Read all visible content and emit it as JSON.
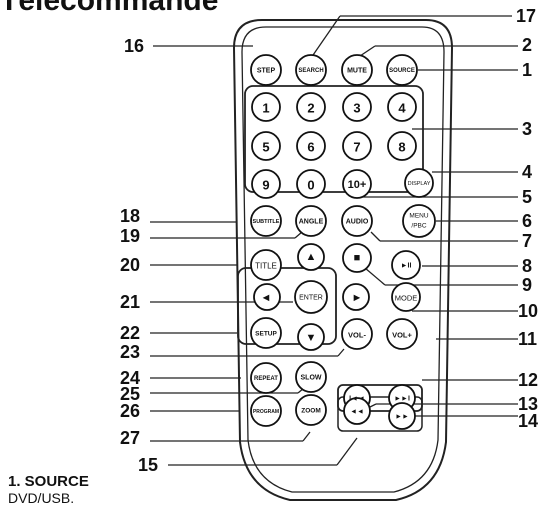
{
  "header": {
    "title": "Télécommande"
  },
  "caption": {
    "heading": "1. SOURCE",
    "text": "DVD/USB."
  },
  "buttons": {
    "step": "STEP",
    "search": "SEARCH",
    "mute": "MUTE",
    "source": "SOURCE",
    "n1": "1",
    "n2": "2",
    "n3": "3",
    "n4": "4",
    "n5": "5",
    "n6": "6",
    "n7": "7",
    "n8": "8",
    "n9": "9",
    "n0": "0",
    "n10plus": "10+",
    "display": "DISPLAY",
    "subtitle": "SUBTITLE",
    "angle": "ANGLE",
    "audio": "AUDIO",
    "menu_line1": "MENU",
    "menu_line2": "/PBC",
    "title": "TITLE",
    "stop": "■",
    "up": "▲",
    "play_pause": "►II",
    "left": "◄",
    "enter": "ENTER",
    "right": "►",
    "mode": "MODE",
    "setup": "SETUP",
    "down": "▼",
    "vol_minus": "VOL-",
    "vol_plus": "VOL+",
    "repeat": "REPEAT",
    "slow": "SLOW",
    "prev": "I◄◄",
    "next": "►►I",
    "program": "PROGRAM",
    "zoom": "ZOOM",
    "rewind": "◄◄",
    "forward": "►►"
  },
  "callouts": {
    "c1": "1",
    "c2": "2",
    "c3": "3",
    "c4": "4",
    "c5": "5",
    "c6": "6",
    "c7": "7",
    "c8": "8",
    "c9": "9",
    "c10": "10",
    "c11": "11",
    "c12": "12",
    "c13": "13",
    "c14": "14",
    "c15": "15",
    "c16": "16",
    "c17": "17",
    "c18": "18",
    "c19": "19",
    "c20": "20",
    "c21": "21",
    "c22": "22",
    "c23": "23",
    "c24": "24",
    "c25": "25",
    "c26": "26",
    "c27": "27"
  }
}
